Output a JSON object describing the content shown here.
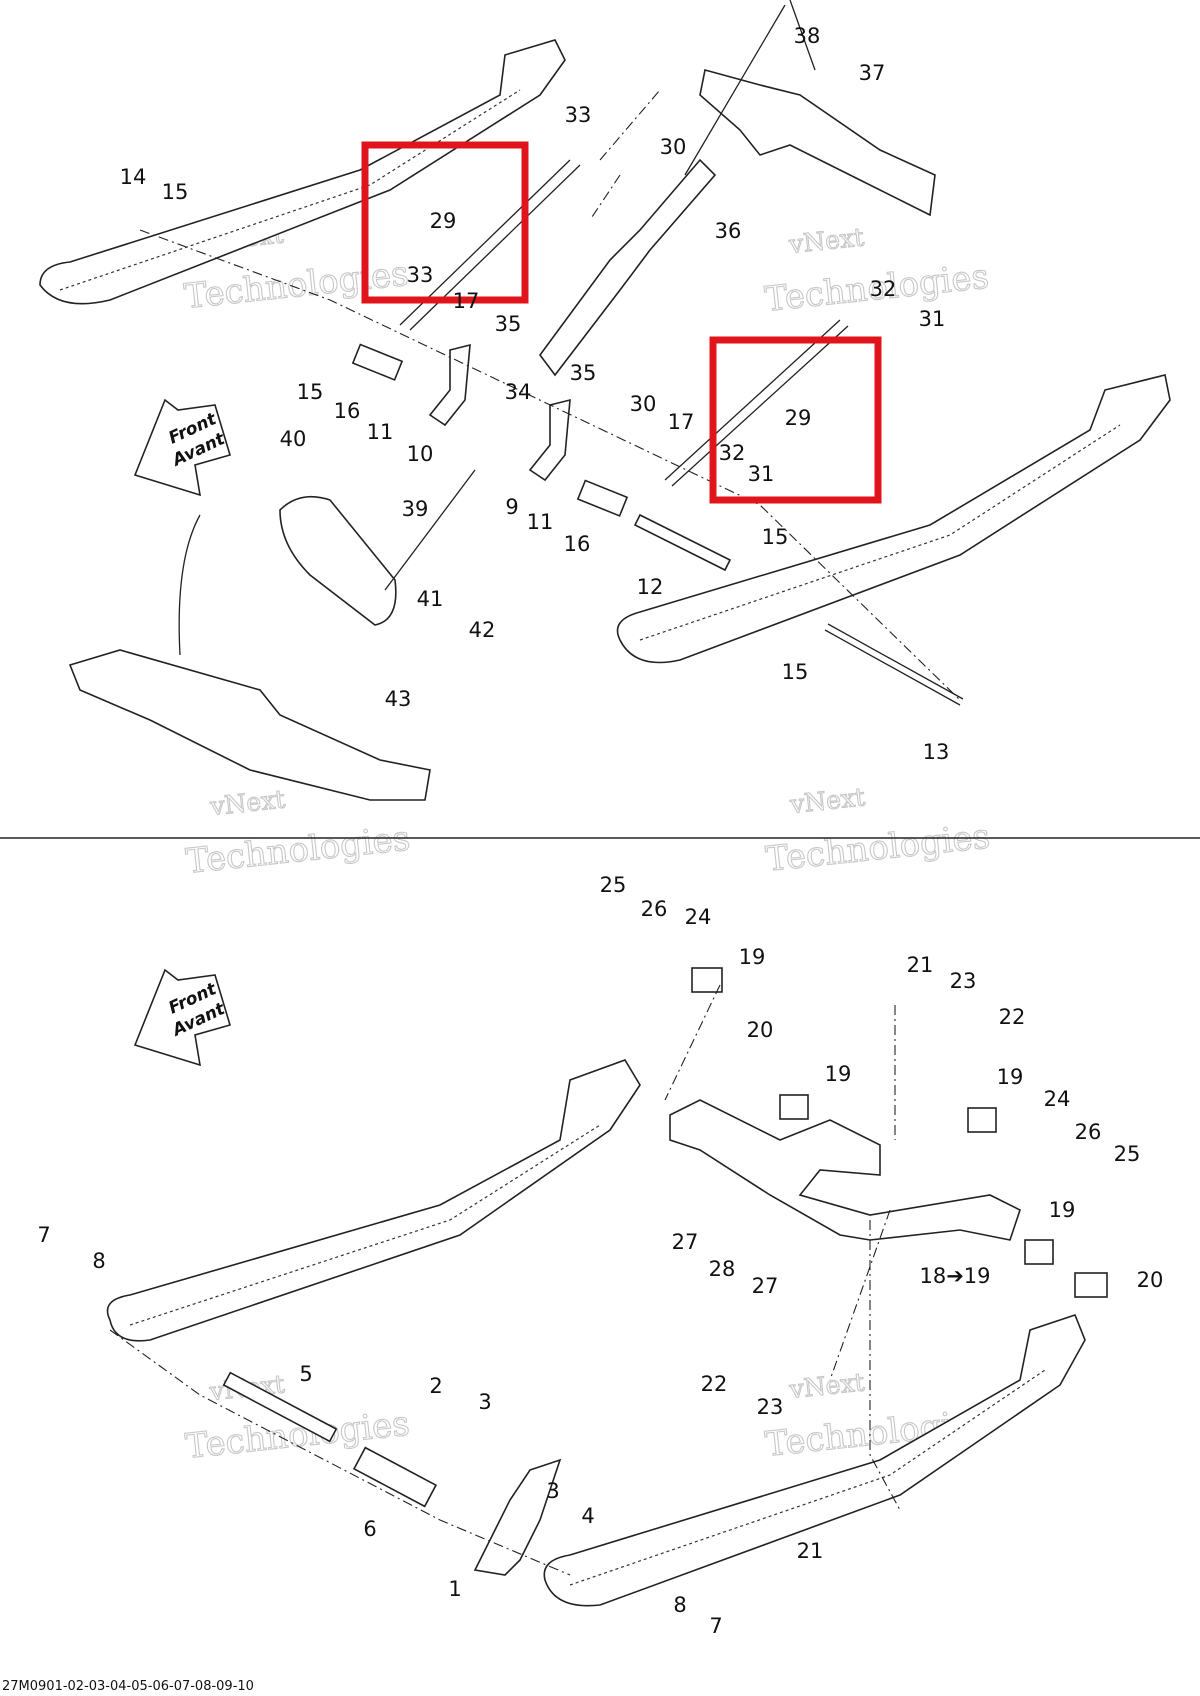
{
  "diagram": {
    "reference_code": "27M0901-02-03-04-05-06-07-08-09-10",
    "direction_arrows": [
      {
        "line1": "Front",
        "line2": "Avant"
      },
      {
        "line1": "Front",
        "line2": "Avant"
      }
    ],
    "watermarks": [
      {
        "line1": "vNext",
        "line2": "Technologies"
      },
      {
        "line1": "vNext",
        "line2": "Technologies"
      },
      {
        "line1": "vNext",
        "line2": "Technologies"
      },
      {
        "line1": "vNext",
        "line2": "Technologies"
      },
      {
        "line1": "vNext",
        "line2": "Technologies"
      },
      {
        "line1": "vNext",
        "line2": "Technologies"
      }
    ],
    "highlight_color": "#e0141b",
    "part_labels": [
      "38",
      "37",
      "33",
      "30",
      "14",
      "15",
      "29",
      "36",
      "33",
      "17",
      "35",
      "32",
      "31",
      "15",
      "16",
      "11",
      "34",
      "35",
      "30",
      "17",
      "29",
      "10",
      "40",
      "32",
      "31",
      "9",
      "11",
      "16",
      "15",
      "39",
      "12",
      "41",
      "42",
      "43",
      "15",
      "13",
      "25",
      "26",
      "24",
      "19",
      "21",
      "23",
      "22",
      "20",
      "19",
      "19",
      "24",
      "26",
      "25",
      "27",
      "28",
      "19",
      "27",
      "18➔19",
      "20",
      "7",
      "8",
      "5",
      "2",
      "3",
      "22",
      "23",
      "6",
      "3",
      "4",
      "21",
      "1",
      "8",
      "7"
    ]
  }
}
